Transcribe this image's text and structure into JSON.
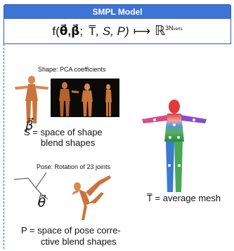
{
  "header": {
    "title": "SMPL Model"
  },
  "formula": {
    "lhs": "f(",
    "theta": "θ⃗",
    "comma1": ",",
    "beta": "β⃗",
    "semicolon": ";",
    "tbar": "T̅",
    "args": ", S, P)",
    "arrow": "⟼",
    "space": "ℝ",
    "exponent": "3N",
    "exponent_sub": "verts"
  },
  "shape": {
    "caption": "Shape: PCA coefficients",
    "symbol": "β⃗",
    "label_line1": "S =  space of shape",
    "label_line2": "blend shapes"
  },
  "pose": {
    "caption": "Pose: Rotation of 23 joints",
    "symbol": "θ⃗",
    "label_line1": "P = space of pose corre-",
    "label_line2": "ctive blend shapes"
  },
  "template": {
    "label": "T̅ =  average mesh"
  }
}
